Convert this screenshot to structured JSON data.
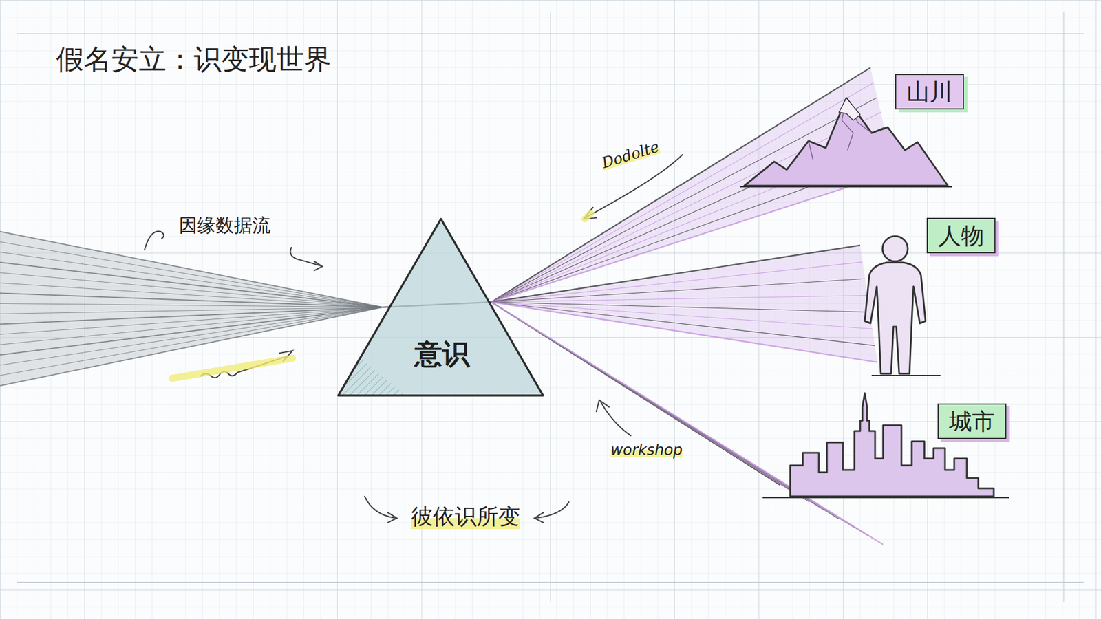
{
  "diagram": {
    "title": "假名安立：识变现世界",
    "nodes": [
      {
        "text": [
          "意识"
        ]
      },
      {
        "text": [
          "山川"
        ]
      },
      {
        "text": [
          "人物"
        ]
      },
      {
        "text": [
          "城市"
        ]
      }
    ],
    "labels": [
      "因缘数据流",
      "Dodolte",
      "workshop",
      "彼依识所变"
    ]
  }
}
